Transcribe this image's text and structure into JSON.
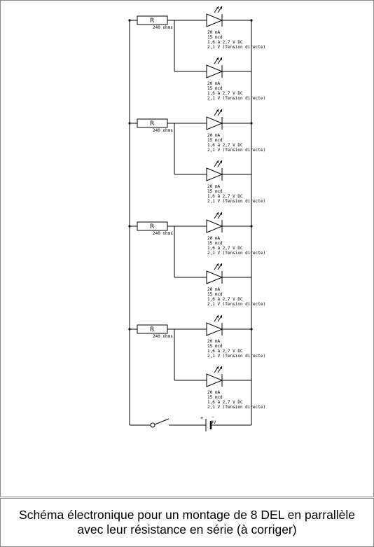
{
  "diagram": {
    "resistor_label": "R",
    "resistor_value": "240 ohms",
    "led_specs": [
      "20 mA",
      "15 mcd",
      "1,6 à 2,7 V DC",
      "2,1 V (Tension directe)"
    ],
    "battery_plus": "+",
    "battery_minus": "-",
    "battery_voltage": "9V",
    "groups": 4,
    "leds_per_group": 2
  },
  "caption": {
    "line1": "Schéma électronique pour un montage de 8 DEL en parrallèle",
    "line2": "avec leur résistance en série (à corriger)"
  }
}
